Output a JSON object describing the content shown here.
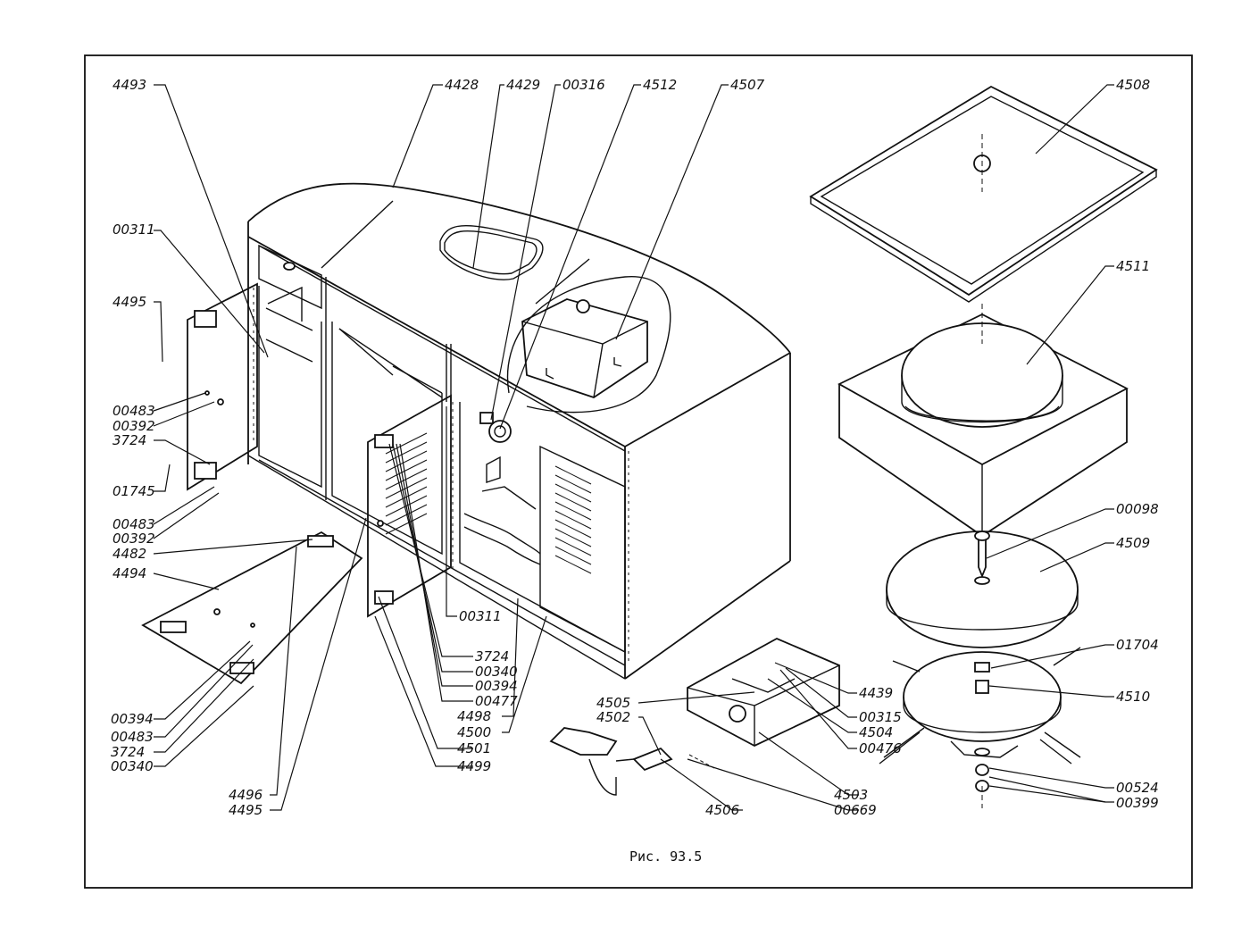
{
  "caption": "Рис. 93.5",
  "callouts": {
    "c4493": "4493",
    "c4428": "4428",
    "c4429": "4429",
    "c00316": "00316",
    "c4512": "4512",
    "c4507": "4507",
    "c4508": "4508",
    "c00311a": "00311",
    "c4495a": "4495",
    "c00483a": "00483",
    "c00392a": "00392",
    "c3724a": "3724",
    "c01745": "01745",
    "c00483b": "00483",
    "c00392b": "00392",
    "c4482": "4482",
    "c4494": "4494",
    "c4511": "4511",
    "c00098": "00098",
    "c4509": "4509",
    "c00311b": "00311",
    "c3724b": "3724",
    "c00340a": "00340",
    "c00394a": "00394",
    "c00477": "00477",
    "c4498": "4498",
    "c4500": "4500",
    "c4501": "4501",
    "c4499": "4499",
    "c01704": "01704",
    "c4439": "4439",
    "c4505": "4505",
    "c4502": "4502",
    "c00315": "00315",
    "c4504": "4504",
    "c00476": "00476",
    "c4510": "4510",
    "c00394b": "00394",
    "c00483c": "00483",
    "c3724c": "3724",
    "c00340b": "00340",
    "c4496": "4496",
    "c4495b": "4495",
    "c4503": "4503",
    "c00669": "00669",
    "c4506": "4506",
    "c00524": "00524",
    "c00399": "00399"
  }
}
